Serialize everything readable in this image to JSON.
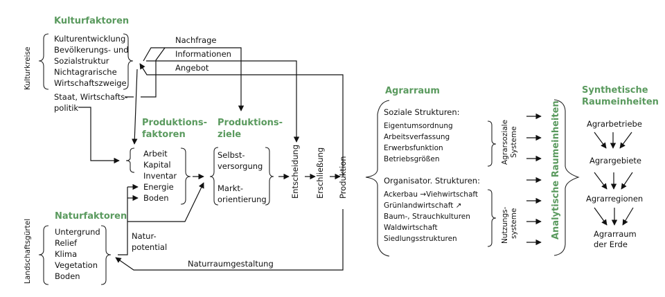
{
  "colors": {
    "heading": "#5a9a5e",
    "text": "#111111"
  },
  "kultur": {
    "title": "Kulturfaktoren",
    "side_label": "Kulturkreise",
    "items": [
      "Kulturentwicklung",
      "Bevölkerungs- und",
      "Sozialstruktur",
      "Nichtagrarische",
      "Wirtschaftszweige"
    ],
    "staat": [
      "Staat, Wirtschafts-",
      "politik"
    ]
  },
  "flows": {
    "nachfrage": "Nachfrage",
    "informationen": "Informationen",
    "angebot": "Angebot",
    "naturraumgestaltung": "Naturraumgestaltung"
  },
  "natur": {
    "title": "Naturfaktoren",
    "side_label": "Landschaftsgürtel",
    "items": [
      "Untergrund",
      "Relief",
      "Klima",
      "Vegetation",
      "Boden"
    ],
    "potential": [
      "Natur-",
      "potential"
    ]
  },
  "prodfaktoren": {
    "title": [
      "Produktions-",
      "faktoren"
    ],
    "items": [
      "Arbeit",
      "Kapital",
      "Inventar",
      "Energie",
      "Boden"
    ]
  },
  "prodziele": {
    "title": [
      "Produktions-",
      "ziele"
    ],
    "items": [
      "Selbst-",
      "versorgung",
      "Markt-",
      "orientierung"
    ]
  },
  "stages": [
    "Entscheidung",
    "Erschließung",
    "Produktion"
  ],
  "agrarraum": {
    "title": "Agrarraum",
    "sozial_heading": "Soziale Strukturen:",
    "sozial_items": [
      "Eigentumsordnung",
      "Arbeitsverfassung",
      "Erwerbsfunktion",
      "Betriebsgrößen"
    ],
    "sozial_label": [
      "Agrarsoziale",
      "Systeme"
    ],
    "org_heading": "Organisator. Strukturen:",
    "org_items": [
      "Ackerbau →Viehwirtschaft",
      "Grünlandwirtschaft ↗",
      "Baum-, Strauchkulturen",
      "Waldwirtschaft",
      "Siedlungsstrukturen"
    ],
    "org_label": [
      "Nutzungs-",
      "systeme"
    ]
  },
  "analytisch": {
    "label": "Analytische Raumeinheiten"
  },
  "synthetisch": {
    "title": [
      "Synthetische",
      "Raumeinheiten"
    ],
    "levels": [
      "Agrarbetriebe",
      "Agrargebiete",
      "Agrarregionen",
      "Agrarraum",
      "der Erde"
    ]
  }
}
